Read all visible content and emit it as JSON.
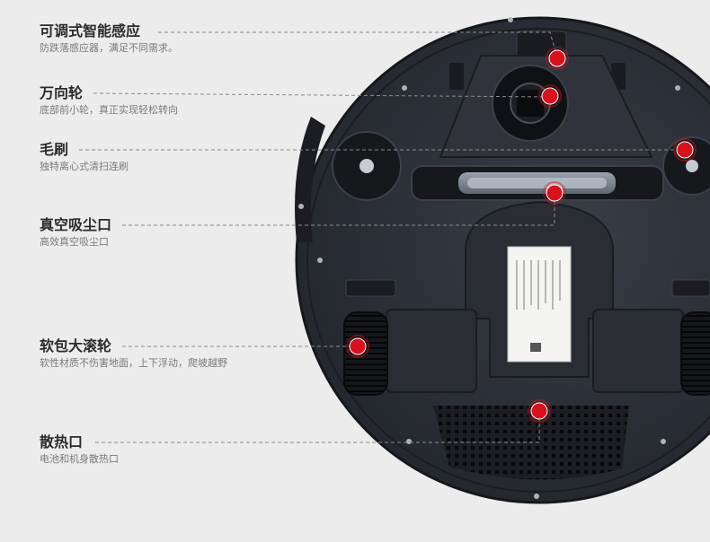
{
  "features": [
    {
      "title": "可调式智能感应",
      "desc": "防跌落感应器，满足不同需求。"
    },
    {
      "title": "万向轮",
      "desc": "底部前小轮，真正实现轻松转向"
    },
    {
      "title": "毛刷",
      "desc": "独特离心式清扫连刷"
    },
    {
      "title": "真空吸尘口",
      "desc": "高效真空吸尘口"
    },
    {
      "title": "软包大滚轮",
      "desc": "软性材质不伤害地面，上下浮动，爬坡越野"
    },
    {
      "title": "散热口",
      "desc": "电池和机身散热口"
    }
  ],
  "colors": {
    "background": "#ececec",
    "robot_body": "#2c2f38",
    "marker": "#d8121d",
    "leader_line": "#8a8a8a"
  }
}
